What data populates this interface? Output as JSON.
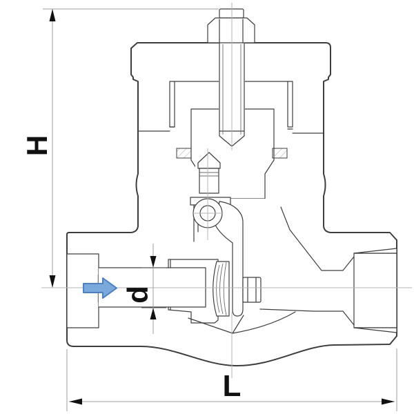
{
  "drawing": {
    "description": "Cross-section technical drawing of a forged pressure-seal swing check valve",
    "dimension_labels": {
      "height": "H",
      "bore": "d",
      "length": "L"
    },
    "flow_arrow": {
      "direction": "right",
      "fill": "#7CA9DC",
      "stroke": "#4E7FBE"
    },
    "palette": {
      "outline": "#3d3d3d",
      "body_hatch": "#bababa",
      "seat_hatch": "#9f9f9f",
      "centerline": "#b5b5b5",
      "dimension_line": "#9e9e9e",
      "arrowhead": "#111111",
      "text": "#111111",
      "background": "#ffffff"
    }
  }
}
